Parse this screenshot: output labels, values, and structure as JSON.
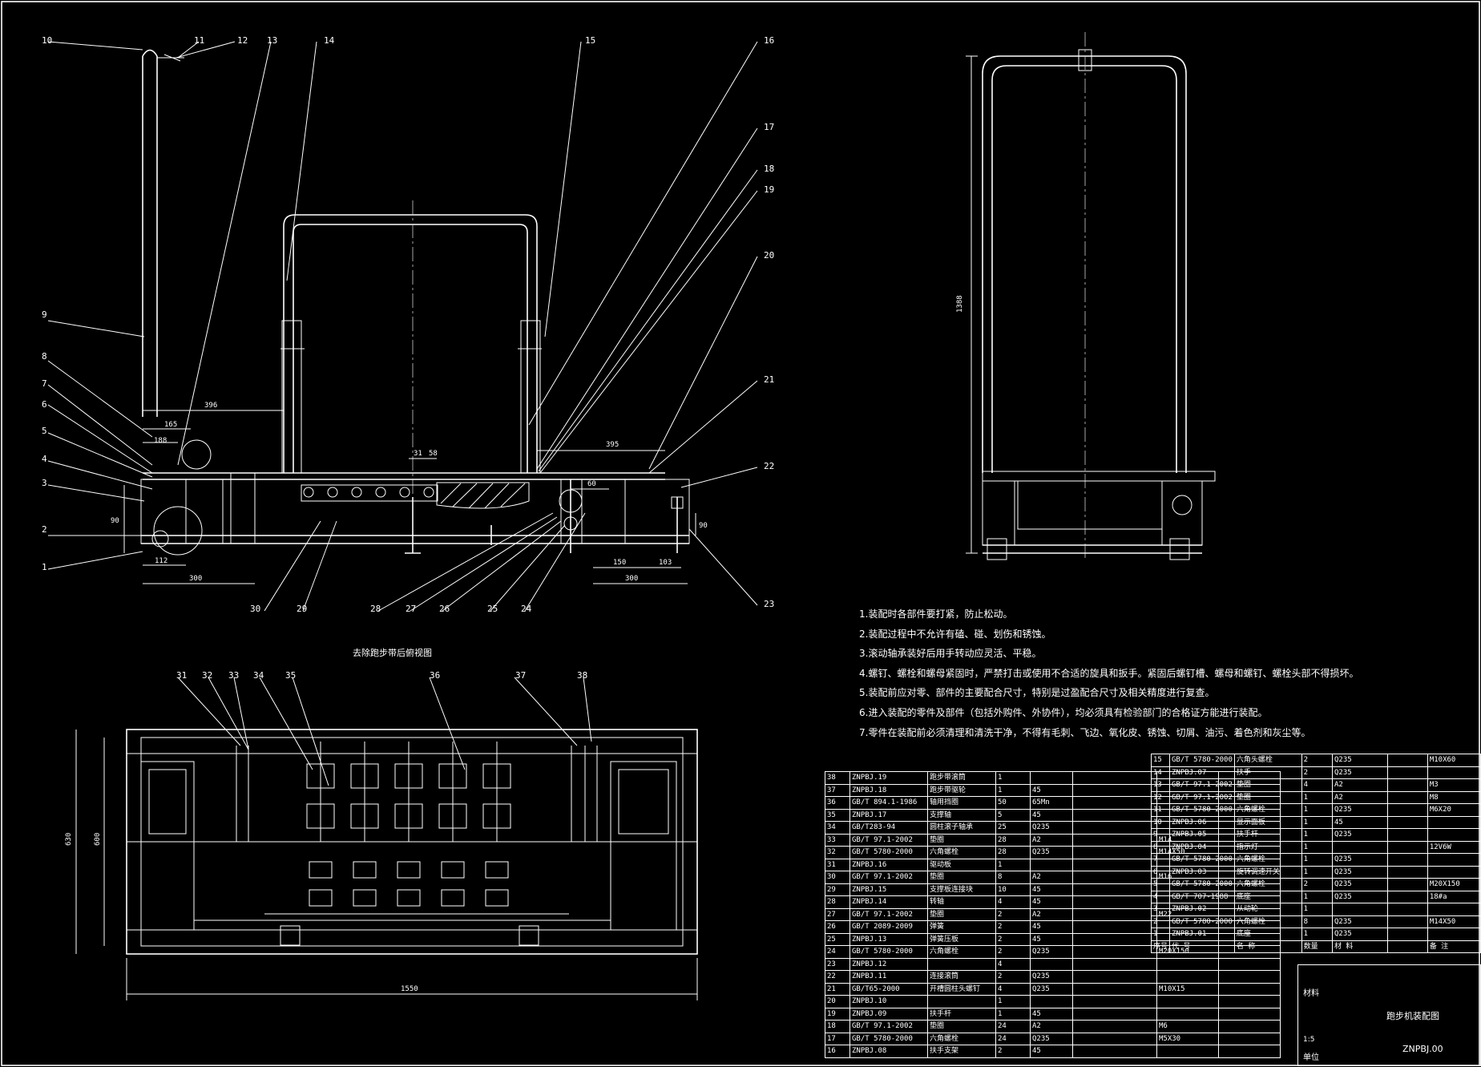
{
  "drawing": {
    "views": {
      "top_view_title": "去除跑步带后俯视图"
    },
    "part_balloons_front": [
      "1",
      "2",
      "3",
      "4",
      "5",
      "6",
      "7",
      "8",
      "9",
      "10",
      "11",
      "12",
      "13",
      "14",
      "15",
      "16",
      "17",
      "18",
      "19",
      "20",
      "21",
      "22",
      "23",
      "24",
      "25",
      "26",
      "27",
      "28",
      "29",
      "30"
    ],
    "part_balloons_top": [
      "31",
      "32",
      "33",
      "34",
      "35",
      "36",
      "37",
      "38"
    ],
    "dimensions": {
      "front": [
        "396",
        "165",
        "188",
        "395",
        "31",
        "58",
        "60",
        "90",
        "112",
        "300",
        "150",
        "103",
        "300",
        "90"
      ],
      "side": [
        "1388"
      ],
      "top": [
        "630",
        "600",
        "1550"
      ]
    }
  },
  "notes": [
    "1.装配时各部件要打紧，防止松动。",
    "2.装配过程中不允许有磕、碰、划伤和锈蚀。",
    "3.滚动轴承装好后用手转动应灵活、平稳。",
    "4.螺钉、螺栓和螺母紧固时，严禁打击或使用不合适的旋具和扳手。紧固后螺钉槽、螺母和螺钉、螺栓头部不得损坏。",
    "5.装配前应对零、部件的主要配合尺寸，特别是过盈配合尺寸及相关精度进行复查。",
    "6.进入装配的零件及部件（包括外购件、外协件），均必须具有检验部门的合格证方能进行装配。",
    "7.零件在装配前必须清理和清洗干净，不得有毛刺、飞边、氧化皮、锈蚀、切屑、油污、着色剂和灰尘等。"
  ],
  "bom_left": [
    [
      "38",
      "ZNPBJ.19",
      "跑步带滚筒",
      "1",
      "",
      "",
      "",
      ""
    ],
    [
      "37",
      "ZNPBJ.18",
      "跑步带驱轮",
      "1",
      "45",
      "",
      "",
      ""
    ],
    [
      "36",
      "GB/T 894.1-1986",
      "轴用挡圈",
      "50",
      "65Mn",
      "",
      "",
      ""
    ],
    [
      "35",
      "ZNPBJ.17",
      "支撑轴",
      "5",
      "45",
      "",
      "",
      ""
    ],
    [
      "34",
      "GB/T283-94",
      "圆柱滚子轴承",
      "25",
      "Q235",
      "",
      "",
      ""
    ],
    [
      "33",
      "GB/T 97.1-2002",
      "垫圈",
      "28",
      "A2",
      "",
      "M14",
      ""
    ],
    [
      "32",
      "GB/T 5780-2000",
      "六角螺栓",
      "28",
      "Q235",
      "",
      "M14X50",
      ""
    ],
    [
      "31",
      "ZNPBJ.16",
      "驱动板",
      "1",
      "",
      "",
      "",
      ""
    ],
    [
      "30",
      "GB/T 97.1-2002",
      "垫圈",
      "8",
      "A2",
      "",
      "M16",
      ""
    ],
    [
      "29",
      "ZNPBJ.15",
      "支撑板连接块",
      "10",
      "45",
      "",
      "",
      ""
    ],
    [
      "28",
      "ZNPBJ.14",
      "转轴",
      "4",
      "45",
      "",
      "",
      ""
    ],
    [
      "27",
      "GB/T 97.1-2002",
      "垫圈",
      "2",
      "A2",
      "",
      "M22",
      ""
    ],
    [
      "26",
      "GB/T 2089-2009",
      "弹簧",
      "2",
      "45",
      "",
      "",
      ""
    ],
    [
      "25",
      "ZNPBJ.13",
      "弹簧压板",
      "2",
      "45",
      "",
      "",
      ""
    ],
    [
      "24",
      "GB/T 5780-2000",
      "六角螺栓",
      "2",
      "Q235",
      "",
      "M20X150",
      ""
    ],
    [
      "23",
      "ZNPBJ.12",
      "",
      "4",
      "",
      "",
      "",
      ""
    ],
    [
      "22",
      "ZNPBJ.11",
      "连接滚筒",
      "2",
      "Q235",
      "",
      "",
      ""
    ],
    [
      "21",
      "GB/T65-2000",
      "开槽圆柱头螺钉",
      "4",
      "Q235",
      "",
      "M10X15",
      ""
    ],
    [
      "20",
      "ZNPBJ.10",
      "",
      "1",
      "",
      "",
      "",
      ""
    ],
    [
      "19",
      "ZNPBJ.09",
      "扶手杆",
      "1",
      "45",
      "",
      "",
      ""
    ],
    [
      "18",
      "GB/T 97.1-2002",
      "垫圈",
      "24",
      "A2",
      "",
      "M6",
      ""
    ],
    [
      "17",
      "GB/T 5780-2000",
      "六角螺栓",
      "24",
      "Q235",
      "",
      "M5X30",
      ""
    ],
    [
      "16",
      "ZNPBJ.08",
      "扶手支架",
      "2",
      "45",
      "",
      "",
      ""
    ]
  ],
  "bom_right": [
    [
      "15",
      "GB/T 5780-2000",
      "六角头螺栓",
      "2",
      "Q235",
      "",
      "M10X60"
    ],
    [
      "14",
      "ZNPBJ.07",
      "扶手",
      "2",
      "Q235",
      "",
      ""
    ],
    [
      "13",
      "GB/T 97.1-2002",
      "垫圈",
      "4",
      "A2",
      "",
      "M3"
    ],
    [
      "12",
      "GB/T 97.1-2002",
      "垫圈",
      "1",
      "A2",
      "",
      "M8"
    ],
    [
      "11",
      "GB/T 5780-2000",
      "六角螺栓",
      "1",
      "Q235",
      "",
      "M6X20"
    ],
    [
      "10",
      "ZNPBJ.06",
      "显示面板",
      "1",
      "45",
      "",
      ""
    ],
    [
      "9",
      "ZNPBJ.05",
      "扶手杆",
      "1",
      "Q235",
      "",
      ""
    ],
    [
      "8",
      "ZNPBJ.04",
      "指示灯",
      "1",
      "",
      "",
      "12V6W"
    ],
    [
      "7",
      "GB/T 5780-2000",
      "六角螺栓",
      "1",
      "Q235",
      "",
      ""
    ],
    [
      "6",
      "ZNPBJ.03",
      "旋转调速开关",
      "1",
      "Q235",
      "",
      ""
    ],
    [
      "5",
      "GB/T 5780-2000",
      "六角螺栓",
      "2",
      "Q235",
      "",
      "M20X150"
    ],
    [
      "4",
      "GB/T 707-1988",
      "底座",
      "1",
      "Q235",
      "",
      "18#a"
    ],
    [
      "3",
      "ZNPBJ.02",
      "从动轮",
      "1",
      "",
      "",
      ""
    ],
    [
      "2",
      "GB/T 5780-2000",
      "六角螺栓",
      "8",
      "Q235",
      "",
      "M14X50"
    ],
    [
      "1",
      "ZNPBJ.01",
      "底座",
      "1",
      "Q235",
      "",
      ""
    ]
  ],
  "bom_header": [
    "序号",
    "代 号",
    "名 称",
    "数量",
    "材 料",
    "",
    "备 注"
  ],
  "title_block": {
    "drawing_name": "跑步机装配图",
    "drawing_no": "ZNPBJ.00",
    "scale": "1:5",
    "label_material": "材料",
    "label_unit": "单位"
  }
}
